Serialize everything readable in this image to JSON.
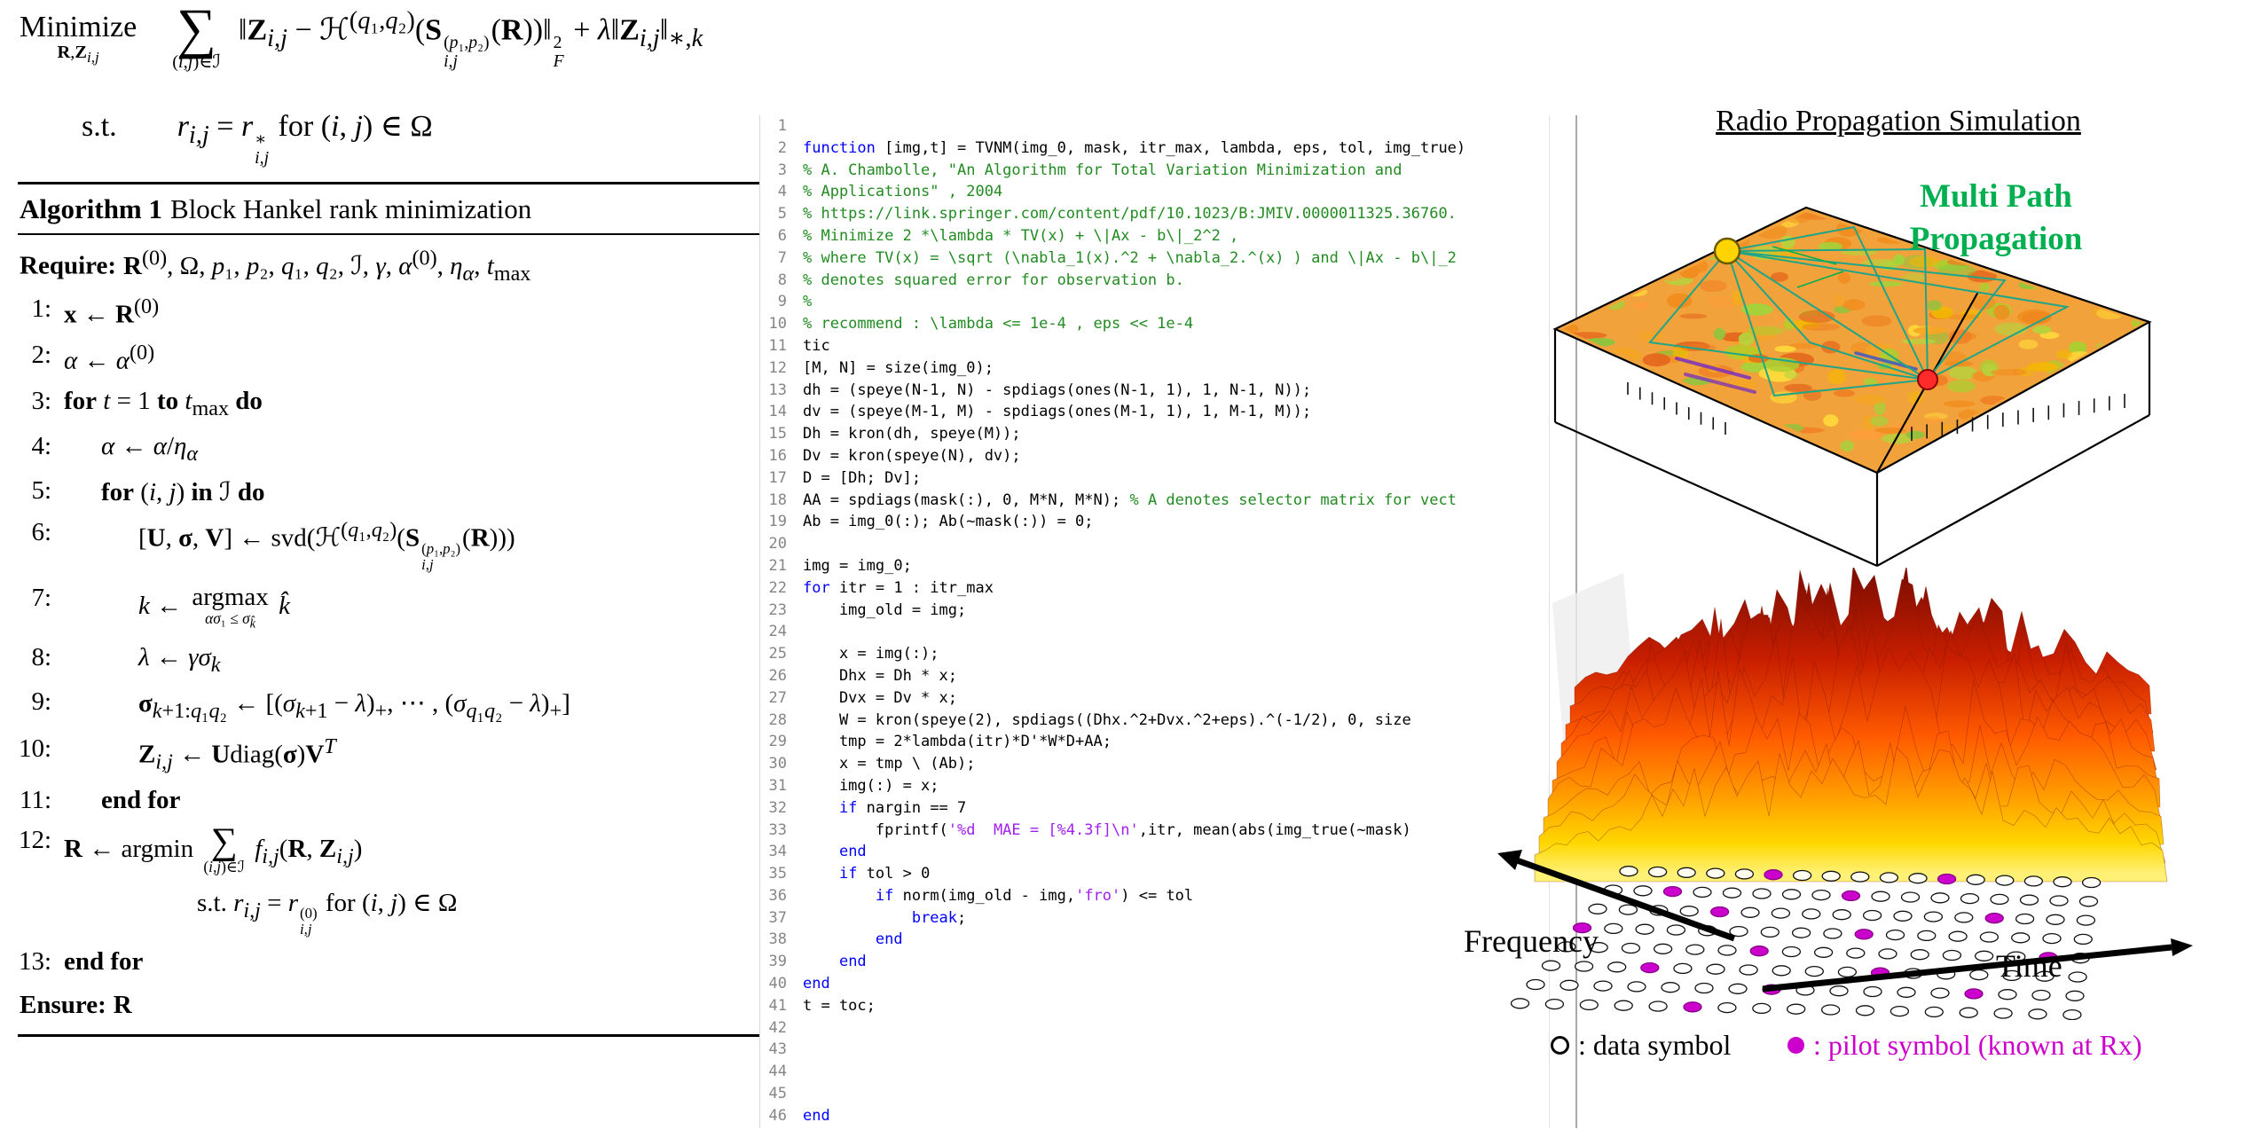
{
  "math": {
    "objective": "<span class='under' style='margin-right:36px'><span>Minimize</span><span class='lim'><b>R</b>,<b>Z</b><sub><i>i,j</i></sub></span></span><span class='under' style='margin-right:20px'><span class='bigsum'>∑</span><span class='lim'>(<i>i,j</i>)∈ℐ</span></span><span>‖<b>Z</b><sub><i>i,j</i></sub> − ℋ<sup>(<i>q</i>₁,<i>q</i>₂)</sup>(<b>S</b><span class='ss'><span>(<i>p</i>₁,<i>p</i>₂)</span><span><i>i,j</i></span></span>(<b>R</b>))‖<span class='ss'><span>2</span><span><i>F</i></span></span> + <i>λ</i>‖<b>Z</b><sub><i>i,j</i></sub>‖<sub>∗,<i>k</i></sub></span>",
    "constraint": "s.t.&emsp;&emsp;<i>r</i><sub><i>i,j</i></sub> = <i>r</i><span class='ss'><span>∗</span><span><i>i,j</i></span></span> for (<i>i</i>, <i>j</i>) ∈ Ω"
  },
  "algorithm": {
    "title_label": "Algorithm 1",
    "title_text": "Block Hankel rank minimization",
    "require_label": "Require:",
    "require_body": "<b>R</b><sup>(0)</sup>, Ω, <i>p</i>₁, <i>p</i>₂, <i>q</i>₁, <i>q</i>₂, ℐ, <i>γ</i>, <i>α</i><sup>(0)</sup>, <i>η</i><sub><i>α</i></sub>, <i>t</i><sub>max</sub>",
    "steps": [
      {
        "num": "1:",
        "ind": 0,
        "html": "<b>x</b> ← <b>R</b><sup>(0)</sup>"
      },
      {
        "num": "2:",
        "ind": 0,
        "html": "<i>α</i> ← <i>α</i><sup>(0)</sup>"
      },
      {
        "num": "3:",
        "ind": 0,
        "html": "<b>for</b> <i>t</i> = 1 <b>to</b> <i>t</i><sub>max</sub> <b>do</b>"
      },
      {
        "num": "4:",
        "ind": 1,
        "html": "<i>α</i> ← <i>α</i>/<i>η</i><sub><i>α</i></sub>"
      },
      {
        "num": "5:",
        "ind": 1,
        "html": "<b>for</b> (<i>i</i>, <i>j</i>) <b>in</b> ℐ <b>do</b>"
      },
      {
        "num": "6:",
        "ind": 2,
        "html": "[<b>U</b>, <b>σ</b>, <b>V</b>] ← svd(ℋ<sup>(<i>q</i>₁,<i>q</i>₂)</sup>(<b>S</b><span class='ss'><span>(<i>p</i>₁,<i>p</i>₂)</span><span><i>i,j</i></span></span>(<b>R</b>)))"
      },
      {
        "num": "7:",
        "ind": 2,
        "html": "<i>k</i> ← <span class='under'><span>argmax</span><span class='lim'><i>ασ</i>₁ ≤ <i>σ</i><sub><i>k̂</i></sub></span></span> <i>k̂</i>"
      },
      {
        "num": "8:",
        "ind": 2,
        "html": "<i>λ</i> ← <i>γσ</i><sub><i>k</i></sub>"
      },
      {
        "num": "9:",
        "ind": 2,
        "html": "<b>σ</b><sub><i>k</i>+1:<i>q</i>₁<i>q</i>₂</sub> ← [(<i>σ</i><sub><i>k</i>+1</sub> − <i>λ</i>)<sub>+</sub>, ⋯ , (<i>σ</i><sub><i>q</i>₁<i>q</i>₂</sub> − <i>λ</i>)<sub>+</sub>]"
      },
      {
        "num": "10:",
        "ind": 2,
        "html": "<b>Z</b><sub><i>i,j</i></sub> ← <b>U</b>diag(<b>σ</b>)<b>V</b><sup><i>T</i></sup>"
      },
      {
        "num": "11:",
        "ind": 1,
        "html": "<b>end for</b>"
      },
      {
        "num": "12:",
        "ind": 0,
        "html": "<b>R</b> ← argmin <span class='under'><span class='midsum'>∑</span><span class='lim'>(<i>i,j</i>)∈ℐ</span></span> <i>f</i><sub><i>i,j</i></sub>(<b>R</b>, <b>Z</b><sub><i>i,j</i></sub>)"
      },
      {
        "num": "",
        "ind": 3,
        "html": "s.t. <i>r</i><sub><i>i,j</i></sub> = <i>r</i><span class='ss'><span>(0)</span><span><i>i,j</i></span></span> for (<i>i</i>, <i>j</i>) ∈ Ω"
      },
      {
        "num": "13:",
        "ind": 0,
        "html": "<b>end for</b>"
      }
    ],
    "ensure_label": "Ensure:",
    "ensure_body": "<b>R</b>"
  },
  "code": {
    "colors": {
      "keyword": "#0000FF",
      "comment": "#228B22",
      "string": "#A020F0",
      "line_number": "#858585"
    },
    "lines": [
      "",
      "function [img,t] = TVNM(img_0, mask, itr_max, lambda, eps, tol, img_true)",
      "% A. Chambolle, \"An Algorithm for Total Variation Minimization and",
      "% Applications\" , 2004",
      "% https://link.springer.com/content/pdf/10.1023/B:JMIV.0000011325.36760.",
      "% Minimize 2 *\\lambda * TV(x) + \\|Ax - b\\|_2^2 ,",
      "% where TV(x) = \\sqrt (\\nabla_1(x).^2 + \\nabla_2.^(x) ) and \\|Ax - b\\|_2",
      "% denotes squared error for observation b.",
      "%",
      "% recommend : \\lambda <= 1e-4 , eps << 1e-4",
      "tic",
      "[M, N] = size(img_0);",
      "dh = (speye(N-1, N) - spdiags(ones(N-1, 1), 1, N-1, N));",
      "dv = (speye(M-1, M) - spdiags(ones(M-1, 1), 1, M-1, M));",
      "Dh = kron(dh, speye(M));",
      "Dv = kron(speye(N), dv);",
      "D = [Dh; Dv];",
      "AA = spdiags(mask(:), 0, M*N, M*N); % A denotes selector matrix for vect",
      "Ab = img_0(:); Ab(~mask(:)) = 0;",
      "",
      "img = img_0;",
      "for itr = 1 : itr_max",
      "    img_old = img;",
      "",
      "    x = img(:);",
      "    Dhx = Dh * x;",
      "    Dvx = Dv * x;",
      "    W = kron(speye(2), spdiags((Dhx.^2+Dvx.^2+eps).^(-1/2), 0, size",
      "    tmp = 2*lambda(itr)*D'*W*D+AA;",
      "    x = tmp \\ (Ab);",
      "    img(:) = x;",
      "    if nargin == 7",
      "        fprintf('%d  MAE = [%4.3f]\\n',itr, mean(abs(img_true(~mask)",
      "    end",
      "    if tol > 0",
      "        if norm(img_old - img,'fro') <= tol",
      "            break;",
      "        end",
      "    end",
      "end",
      "t = toc;",
      "",
      "",
      "",
      "",
      "end"
    ]
  },
  "right": {
    "sim_title": "Radio Propagation Simulation",
    "multipath_label": "Multi Path\nPropagation",
    "freq_label": "Frequency",
    "time_label": "Time",
    "legend": {
      "data_label": ": data symbol",
      "pilot_label": ": pilot symbol (known at Rx)"
    },
    "pilots": [
      [
        0,
        6
      ],
      [
        1,
        12
      ],
      [
        2,
        3
      ],
      [
        2,
        9
      ],
      [
        3,
        14
      ],
      [
        4,
        5
      ],
      [
        4,
        11
      ],
      [
        5,
        2
      ],
      [
        5,
        8
      ],
      [
        6,
        13
      ],
      [
        6,
        4
      ],
      [
        7,
        9
      ],
      [
        7,
        0
      ],
      [
        8,
        6
      ],
      [
        8,
        15
      ],
      [
        9,
        3
      ],
      [
        9,
        10
      ],
      [
        10,
        7
      ],
      [
        10,
        13
      ],
      [
        11,
        5
      ]
    ],
    "colors": {
      "multipath_green": "#00B050",
      "pilot_magenta": "#CC00CC",
      "ray_teal": "#1FA588",
      "tx_yellow": "#FFD400",
      "rx_red": "#FF2A2A"
    }
  }
}
